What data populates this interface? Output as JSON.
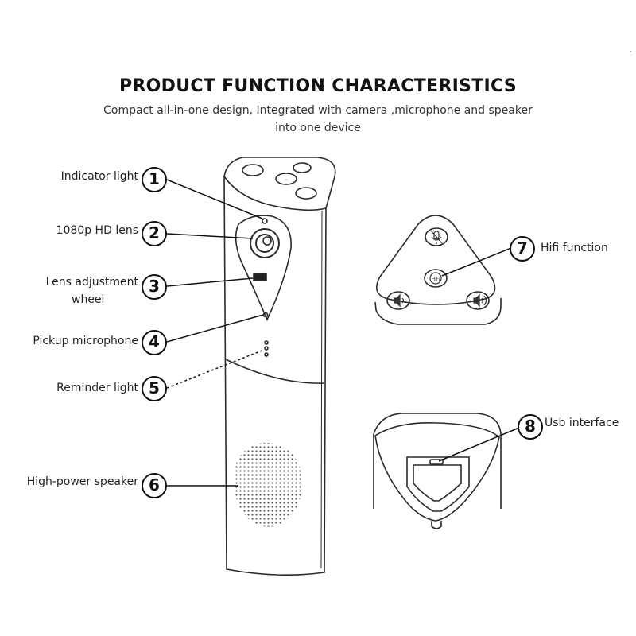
{
  "header": {
    "title": "PRODUCT FUNCTION CHARACTERISTICS",
    "subtitle_line1": "Compact all-in-one design, Integrated with camera ,microphone and speaker",
    "subtitle_line2": "into one device"
  },
  "callouts": [
    {
      "number": "1",
      "label": "Indicator light"
    },
    {
      "number": "2",
      "label": "1080p HD lens"
    },
    {
      "number": "3",
      "label_line1": "Lens adjustment",
      "label_line2": "wheel"
    },
    {
      "number": "4",
      "label": "Pickup microphone"
    },
    {
      "number": "5",
      "label": "Reminder light"
    },
    {
      "number": "6",
      "label": "High-power speaker"
    },
    {
      "number": "7",
      "label": "Hifi function"
    },
    {
      "number": "8",
      "label": "Usb interface"
    }
  ],
  "colors": {
    "line": "#111111",
    "outline": "#2a2a2a",
    "background": "#ffffff"
  },
  "icons": {
    "top_buttons": [
      "mute-icon",
      "hifi-icon",
      "volume-down-icon",
      "volume-up-icon"
    ]
  }
}
